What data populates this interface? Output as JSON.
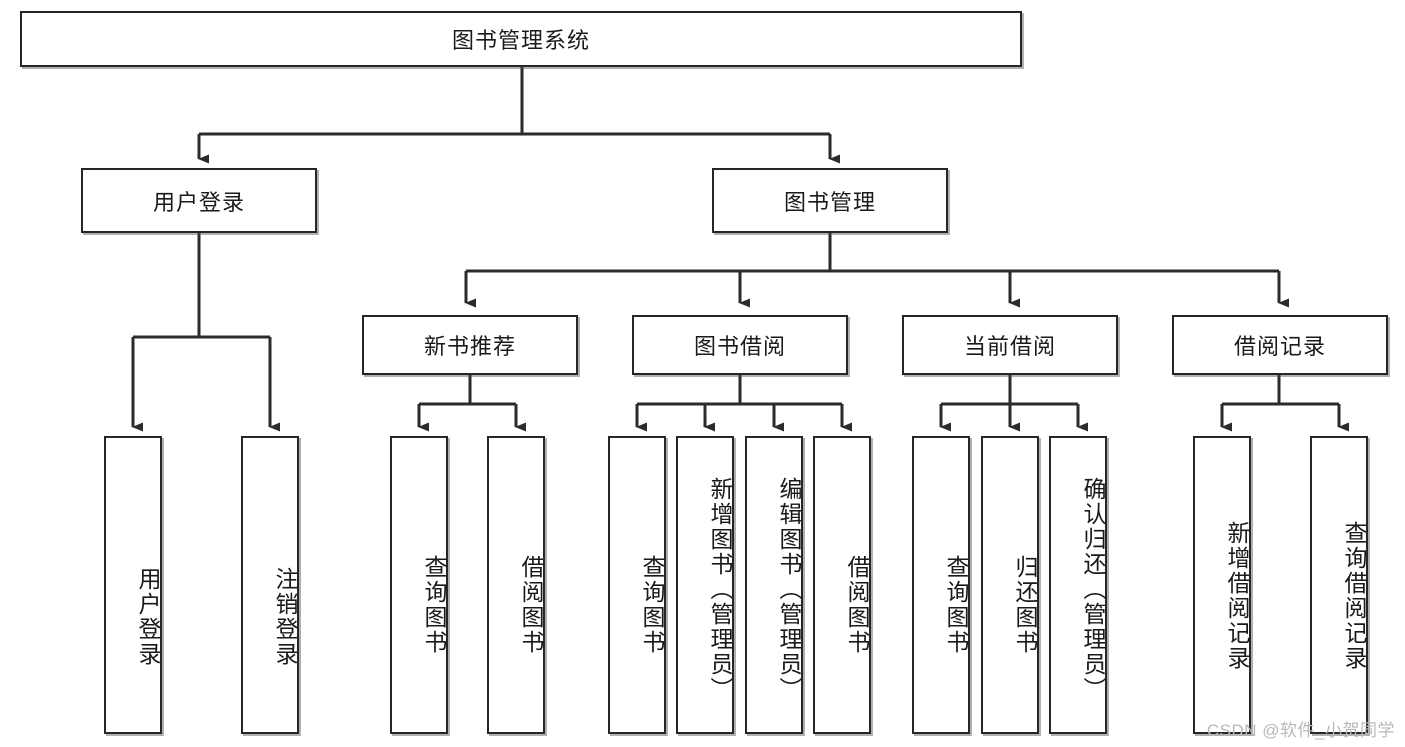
{
  "diagram": {
    "title": "图书管理系统",
    "type": "tree-hierarchy-chart",
    "root": {
      "id": "root",
      "label": "图书管理系统"
    },
    "level2": [
      {
        "id": "user-login",
        "label": "用户登录"
      },
      {
        "id": "book-manage",
        "label": "图书管理"
      }
    ],
    "level3": [
      {
        "id": "new-book-rec",
        "label": "新书推荐"
      },
      {
        "id": "book-borrow",
        "label": "图书借阅"
      },
      {
        "id": "current-borrow",
        "label": "当前借阅"
      },
      {
        "id": "borrow-record",
        "label": "借阅记录"
      }
    ],
    "leaves": {
      "user_login": [
        {
          "id": "leaf-user-login",
          "label": "用户登录"
        },
        {
          "id": "leaf-logout-login",
          "label": "注销登录"
        }
      ],
      "new_book_rec": [
        {
          "id": "leaf-query-book-1",
          "label": "查询图书"
        },
        {
          "id": "leaf-borrow-book-1",
          "label": "借阅图书"
        }
      ],
      "book_borrow": [
        {
          "id": "leaf-query-book-2",
          "label": "查询图书"
        },
        {
          "id": "leaf-add-book",
          "label": "新增图书（管理员）"
        },
        {
          "id": "leaf-edit-book",
          "label": "编辑图书（管理员）"
        },
        {
          "id": "leaf-borrow-book-2",
          "label": "借阅图书"
        }
      ],
      "current_borrow": [
        {
          "id": "leaf-query-book-3",
          "label": "查询图书"
        },
        {
          "id": "leaf-return-book",
          "label": "归还图书"
        },
        {
          "id": "leaf-confirm-return",
          "label": "确认归还（管理员）"
        }
      ],
      "borrow_record": [
        {
          "id": "leaf-add-record",
          "label": "新增借阅记录"
        },
        {
          "id": "leaf-query-record",
          "label": "查询借阅记录"
        }
      ]
    }
  },
  "watermark": {
    "text": "CSDN @软件_小贺同学"
  },
  "colors": {
    "border": "#262626",
    "background": "#ffffff",
    "text": "#1a1a1a",
    "edge": "#333333",
    "watermark": "#b9b9b9"
  }
}
